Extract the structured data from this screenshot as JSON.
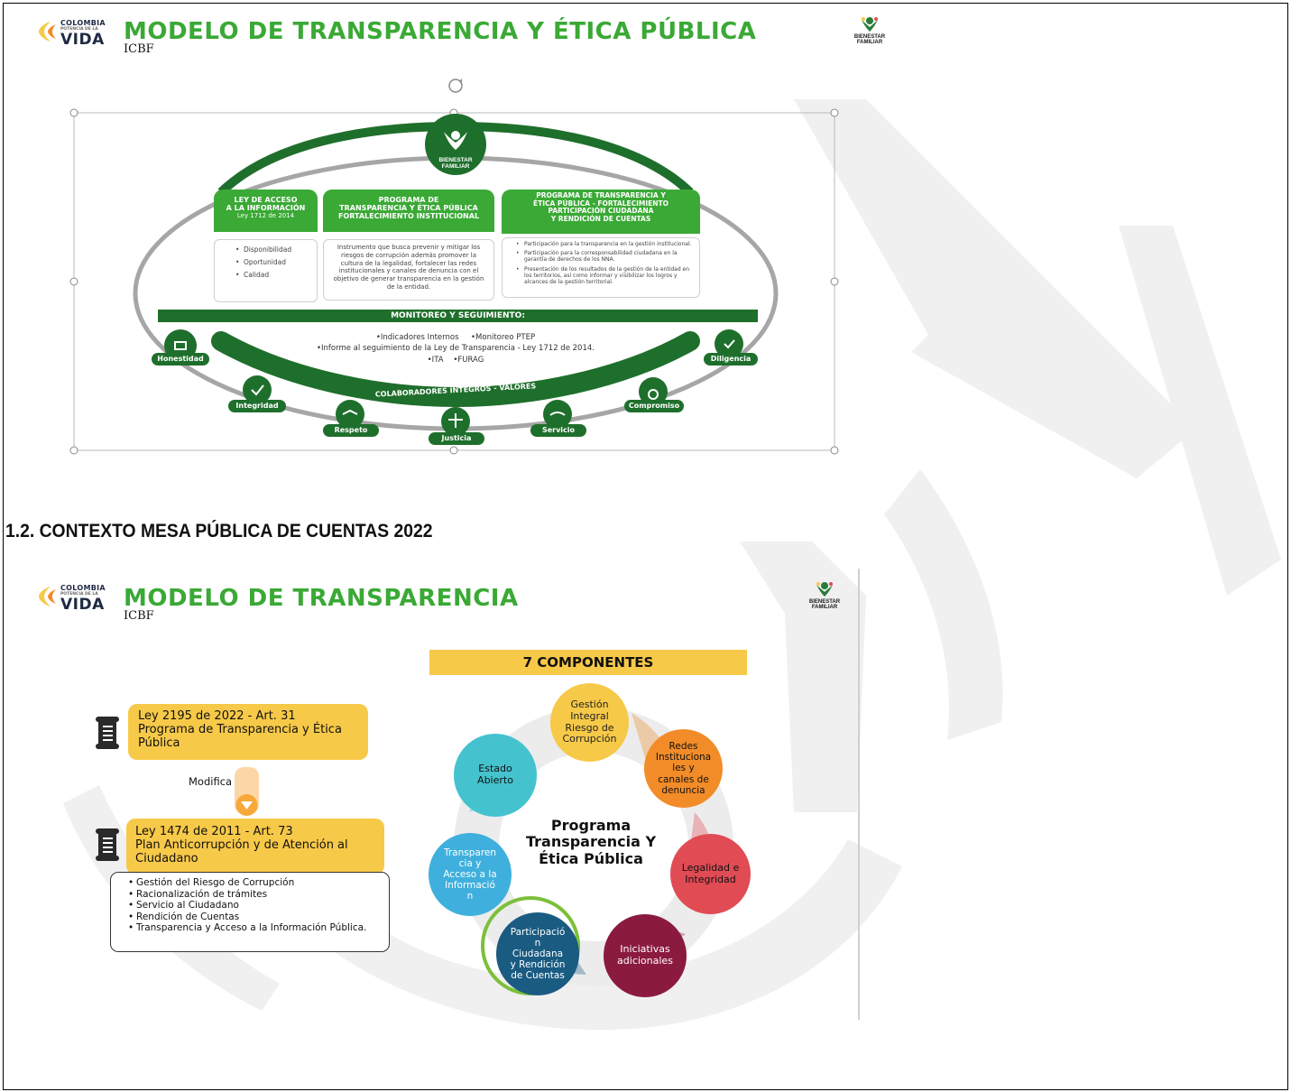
{
  "colors": {
    "green": "#3aa935",
    "dark_green": "#1f6f2c",
    "yellow": "#f7c948"
  },
  "slide1": {
    "brand": {
      "line1": "COLOMBIA",
      "line2": "POTENCIA DE LA",
      "line3": "VIDA"
    },
    "title": "MODELO DE TRANSPARENCIA Y ÉTICA PÚBLICA",
    "subtitle": "ICBF",
    "logo_text": {
      "line1": "BIENESTAR",
      "line2": "FAMILIAR"
    },
    "center_logo": {
      "line1": "BIENESTAR",
      "line2": "FAMILIAR"
    },
    "panels": [
      {
        "head1": "LEY DE ACCESO",
        "head2": "A LA INFORMACIÓN",
        "head3": "Ley 1712 de 2014",
        "items": [
          "Disponibilidad",
          "Oportunidad",
          "Calidad"
        ]
      },
      {
        "head1": "PROGRAMA DE",
        "head2": "TRANSPARENCIA Y ÉTICA PÚBLICA",
        "head3": "FORTALECIMIENTO INSTITUCIONAL",
        "body": "Instrumento que busca prevenir y mitigar los riesgos de corrupción  además promover la cultura de la legalidad, fortalecer las redes institucionales y canales de denuncia con el objetivo de generar transparencia en la gestión de la entidad."
      },
      {
        "head1": "PROGRAMA DE TRANSPARENCIA Y",
        "head2": "ÉTICA PÚBLICA - FORTALECIMIENTO",
        "head3": "PARTICIPACIÓN CIUDADANA",
        "head4": "Y RENDICIÓN DE CUENTAS",
        "items": [
          "Participación para la transparencia en la gestión institucional.",
          "Participación para la corresponsabilidad ciudadana en la garantía de derechos  de los NNA.",
          "Presentación de los resultados de la gestión de la entidad en los territorios, así como informar y visibilizar los logros y alcances de la gestión territorial."
        ]
      }
    ],
    "monitoring": {
      "title": "MONITOREO Y SEGUIMIENTO:",
      "line1a": "•Indicadores Internos",
      "line1b": "•Monitoreo PTEP",
      "line2": "•Informe al seguimiento de la Ley de Transparencia - Ley 1712 de 2014.",
      "line3a": "•ITA",
      "line3b": "•FURAG"
    },
    "arc_label": "COLABORADORES ÍNTEGROS - VALORES",
    "values": [
      "Honestidad",
      "Integridad",
      "Respeto",
      "Justicia",
      "Servicio",
      "Compromiso",
      "Diligencia"
    ]
  },
  "section_heading": "1.2. CONTEXTO MESA PÚBLICA DE CUENTAS 2022",
  "slide2": {
    "brand": {
      "line1": "COLOMBIA",
      "line2": "POTENCIA DE LA",
      "line3": "VIDA"
    },
    "title": "MODELO DE TRANSPARENCIA",
    "subtitle": "ICBF",
    "logo_text": {
      "line1": "BIENESTAR",
      "line2": "FAMILIAR"
    },
    "law1": {
      "line1": "Ley 2195 de 2022 - Art. 31",
      "line2": "Programa de Transparencia y Ética",
      "line3": "Pública"
    },
    "modifica": "Modifica",
    "law2": {
      "line1": "Ley 1474 de 2011 - Art. 73",
      "line2": "Plan Anticorrupción y de Atención al",
      "line3": "Ciudadano"
    },
    "law2_items": [
      "Gestión del Riesgo de Corrupción",
      "Racionalización de trámites",
      "Servicio al Ciudadano",
      "Rendición de Cuentas",
      "Transparencia y Acceso a la Información Pública."
    ],
    "components_title": "7 COMPONENTES",
    "center": {
      "line1": "Programa",
      "line2": "Transparencia Y",
      "line3": "Ética Pública"
    },
    "components": [
      {
        "text": "Gestión\nIntegral\nRiesgo de\nCorrupción",
        "color": "#f7c948"
      },
      {
        "text": "Redes\nInstituciona\nles y\ncanales de\ndenuncia",
        "color": "#f28c28"
      },
      {
        "text": "Legalidad e\nIntegridad",
        "color": "#e04b54"
      },
      {
        "text": "Iniciativas\nadicionales",
        "color": "#8b1a3f"
      },
      {
        "text": "Participació\nn\nCiudadana\ny Rendición\nde Cuentas",
        "color": "#1a5b82"
      },
      {
        "text": "Transparen\ncia y\nAcceso a la\nInformació\nn",
        "color": "#3fb0dd"
      },
      {
        "text": "Estado\nAbierto",
        "color": "#44c3cf"
      }
    ]
  }
}
